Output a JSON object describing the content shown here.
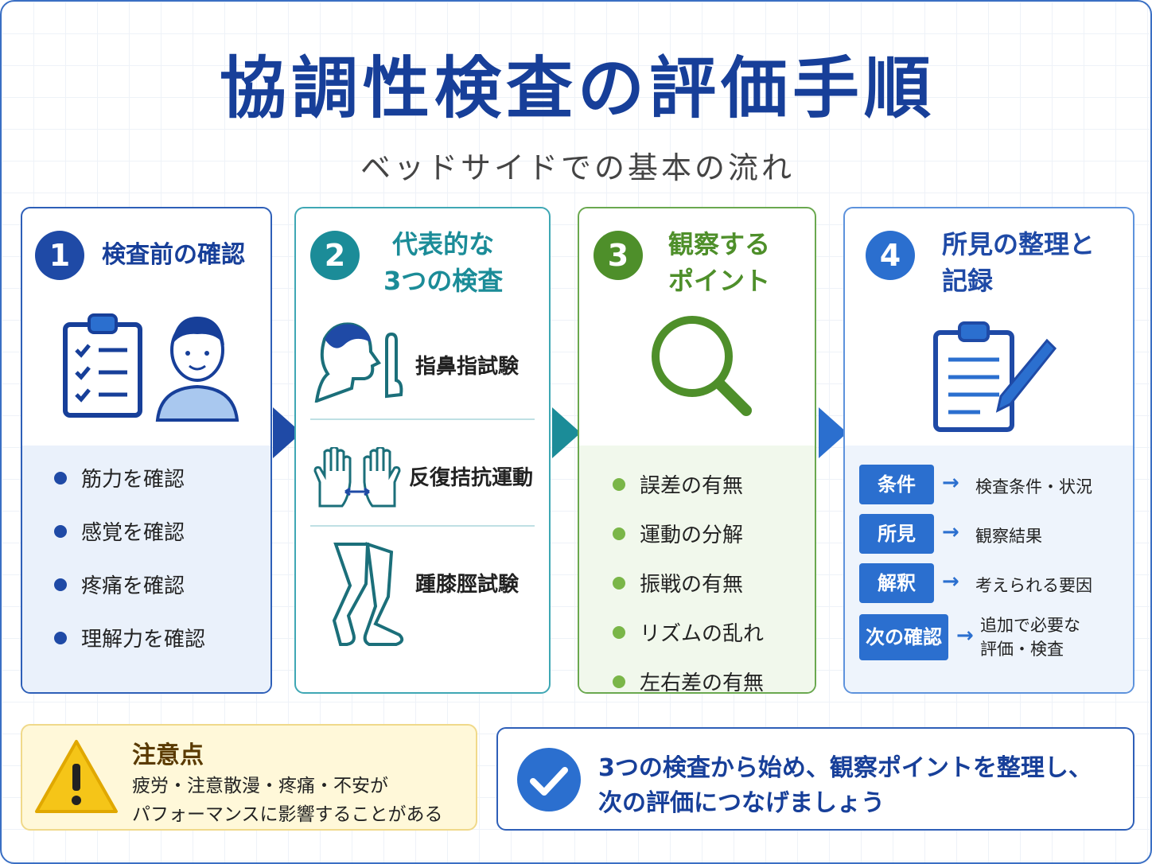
{
  "title": "協調性検査の評価手順",
  "subtitle": "ベッドサイドでの基本の流れ",
  "steps": [
    {
      "number": "1",
      "heading": "検査前の確認",
      "color": "#1f4aa6",
      "items": [
        "筋力を確認",
        "感覚を確認",
        "疼痛を確認",
        "理解力を確認"
      ]
    },
    {
      "number": "2",
      "heading_line1": "代表的な",
      "heading_line2": "3つの検査",
      "color": "#1b8c98",
      "tests": [
        "指鼻指試験",
        "反復拮抗運動",
        "踵膝脛試験"
      ]
    },
    {
      "number": "3",
      "heading_line1": "観察する",
      "heading_line2": "ポイント",
      "color": "#4e8f2a",
      "items": [
        "誤差の有無",
        "運動の分解",
        "振戦の有無",
        "リズムの乱れ",
        "左右差の有無"
      ]
    },
    {
      "number": "4",
      "heading_line1": "所見の整理と",
      "heading_line2": "記録",
      "color": "#2b6fcf",
      "records": [
        {
          "tag": "条件",
          "desc": "検査条件・状況"
        },
        {
          "tag": "所見",
          "desc": "観察結果"
        },
        {
          "tag": "解釈",
          "desc": "考えられる要因"
        },
        {
          "tag": "次の確認",
          "desc_line1": "追加で必要な",
          "desc_line2": "評価・検査"
        }
      ]
    }
  ],
  "caution": {
    "title": "注意点",
    "line1": "疲労・注意散漫・疼痛・不安が",
    "line2": "パフォーマンスに影響することがある"
  },
  "summary": {
    "line1": "3つの検査から始め、観察ポイントを整理し、",
    "line2": "次の評価につなげましょう"
  }
}
